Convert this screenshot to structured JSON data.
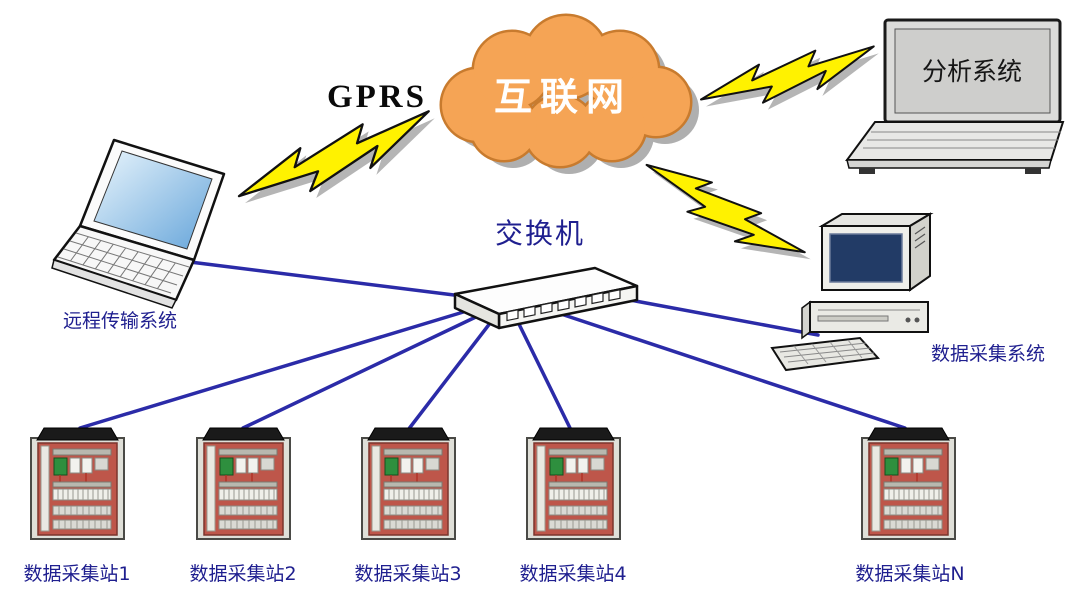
{
  "diagram": {
    "cloud": {
      "label": "互联网"
    },
    "gprs": {
      "label": "GPRS"
    },
    "switch": {
      "label": "交换机"
    },
    "remote_system": {
      "label": "远程传输系统"
    },
    "analysis_system": {
      "label": "分析系统"
    },
    "acquisition_system": {
      "label": "数据采集系统"
    },
    "stations": [
      {
        "label": "数据采集站1"
      },
      {
        "label": "数据采集站2"
      },
      {
        "label": "数据采集站3"
      },
      {
        "label": "数据采集站4"
      },
      {
        "label": "数据采集站N"
      }
    ],
    "colors": {
      "cloud_fill": "#F5A455",
      "cloud_stroke": "#C87B2E",
      "cloud_text": "#FFFFFF",
      "label_blue": "#1F1F8F",
      "line_blue": "#2B2BA8",
      "bolt_yellow": "#FFF200",
      "cabinet_panel_red": "#BE564A"
    }
  }
}
